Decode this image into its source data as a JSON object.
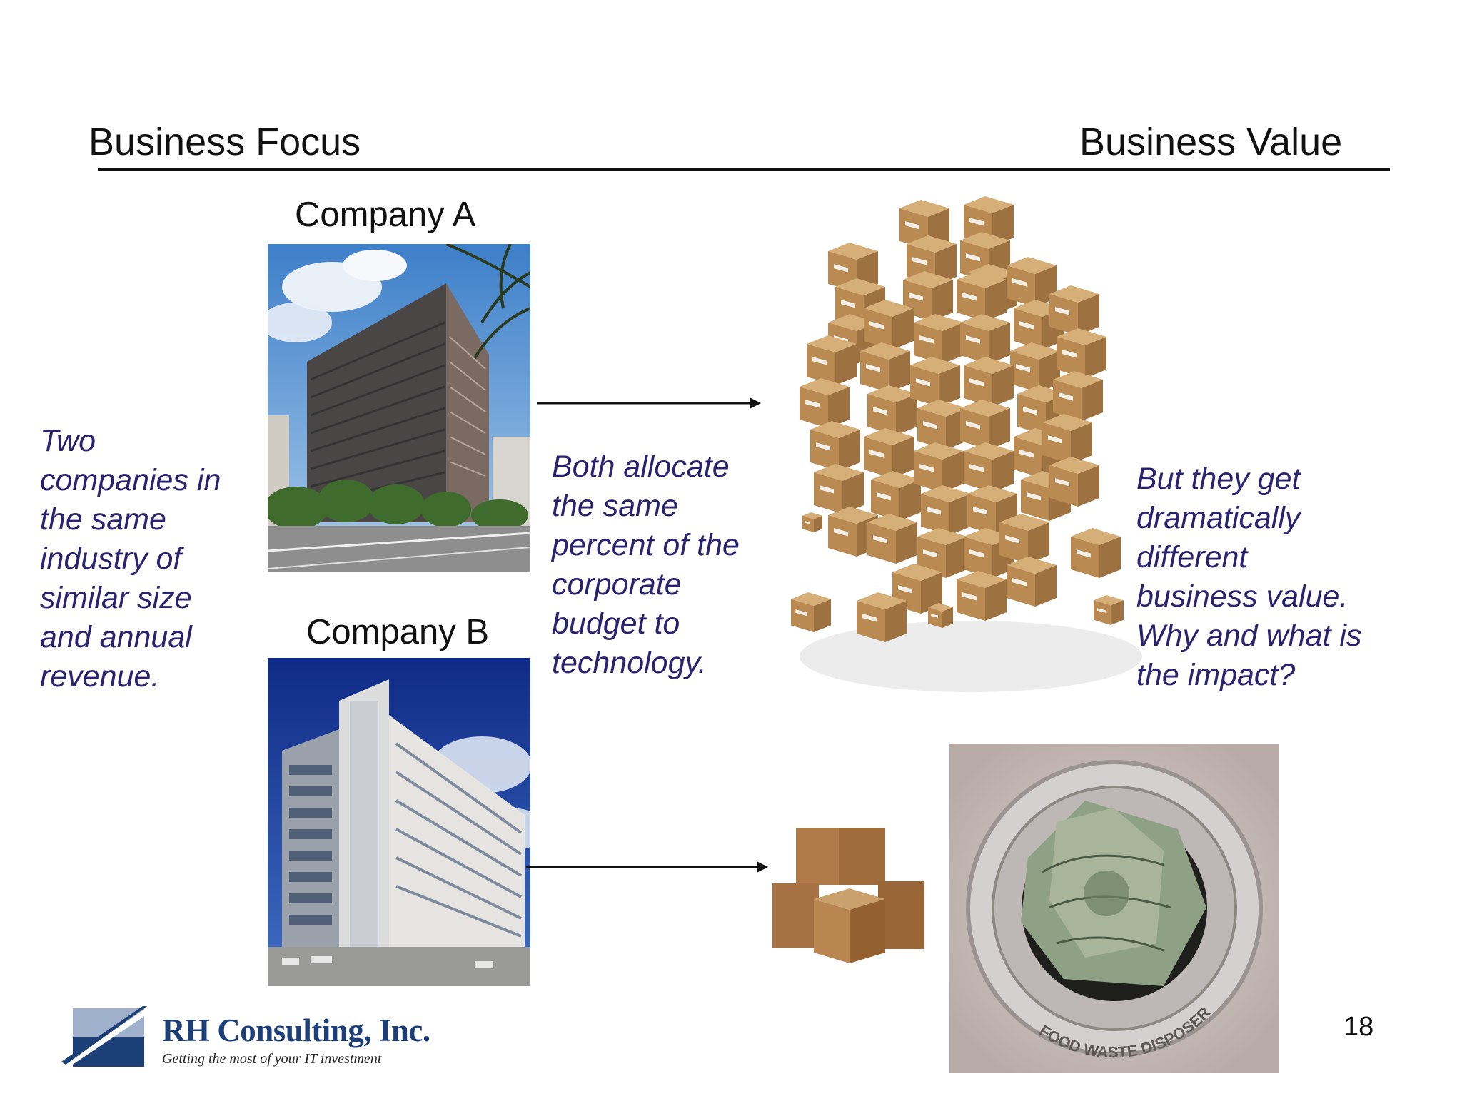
{
  "header": {
    "left_title": "Business Focus",
    "right_title": "Business Value"
  },
  "companies": {
    "a_label": "Company A",
    "b_label": "Company B"
  },
  "text": {
    "left": "Two\ncompanies in\nthe same\nindustry of\nsimilar size\nand annual\nrevenue.",
    "middle": "Both allocate\nthe same\npercent of the\ncorporate\nbudget to\ntechnology.",
    "right": "But they get\ndramatically\ndifferent\nbusiness value.\nWhy and what is\nthe impact?"
  },
  "page_number": "18",
  "logo": {
    "name": "RH Consulting, Inc.",
    "tagline": "Getting the most of your IT investment"
  },
  "drain_label": "FOOD WASTE DISPOSER",
  "colors": {
    "italic_text": "#2a2470",
    "logo_blue": "#1d3f78",
    "box_brown": "#c49a62"
  }
}
